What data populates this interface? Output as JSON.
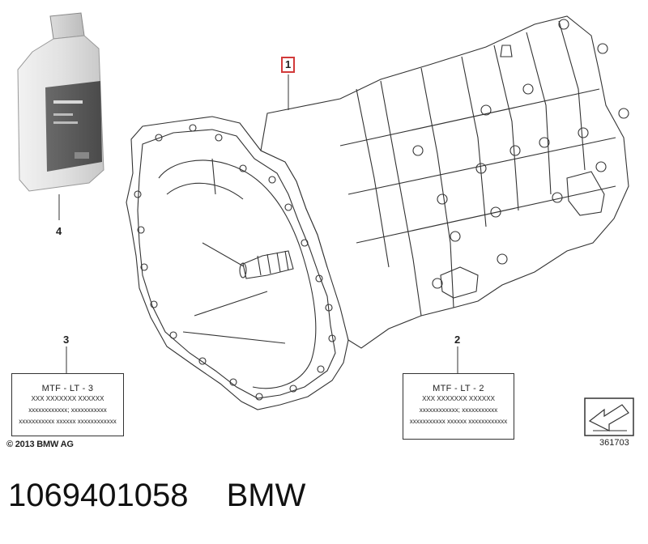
{
  "callouts": {
    "item1": "1",
    "item2": "2",
    "item3": "3",
    "item4": "4"
  },
  "label_lt2": {
    "title": "MTF - LT - 2",
    "line1": "XXX XXXXXXX XXXXXX",
    "line2": "xxxxxxxxxxxx; xxxxxxxxxxx",
    "line3": "xxxxxxxxxxx  xxxxxx  xxxxxxxxxxxx"
  },
  "label_lt3": {
    "title": "MTF - LT - 3",
    "line1": "XXX XXXXXXX XXXXXX",
    "line2": "xxxxxxxxxxxx; xxxxxxxxxxx",
    "line3": "xxxxxxxxxxx  xxxxxx  xxxxxxxxxxxx"
  },
  "copyright": "© 2013 BMW AG",
  "diagram_number": "361703",
  "part_number": "1069401058",
  "brand": "BMW",
  "colors": {
    "callout_highlight": "#d23a3a",
    "line_art": "#333333",
    "bottle_body": "#e4e4e4",
    "bottle_label": "#5a5a5a"
  },
  "icons": {
    "oil_bottle": "oil-bottle-icon",
    "gearbox": "manual-gearbox-drawing",
    "navigation": "arrow-box-icon"
  }
}
